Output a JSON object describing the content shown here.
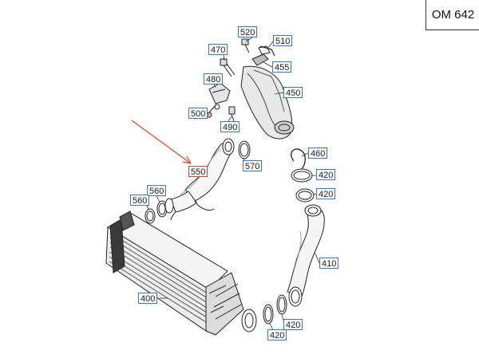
{
  "engine_code": "OM 642",
  "highlight_color": "#d9452b",
  "callout_color": "#3a78c3",
  "callouts": {
    "c520": "520",
    "c510": "510",
    "c470": "470",
    "c455": "455",
    "c480": "480",
    "c450": "450",
    "c500": "500",
    "c490": "490",
    "c460": "460",
    "c550": "550",
    "c570": "570",
    "c420a": "420",
    "c420b": "420",
    "c560a": "560",
    "c560b": "560",
    "c410": "410",
    "c400": "400",
    "c420c": "420",
    "c420d": "420"
  },
  "selected_part": "550"
}
